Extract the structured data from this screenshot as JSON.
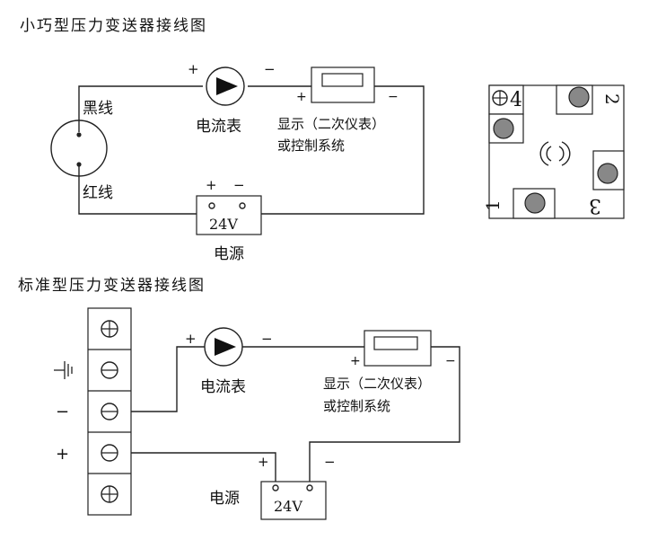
{
  "top": {
    "title": "小巧型压力变送器接线图",
    "sensor": {
      "black_label": "黑线",
      "red_label": "红线"
    },
    "ammeter": {
      "label": "电流表",
      "plus": "+",
      "minus": "−"
    },
    "display": {
      "label_line1": "显示（二次仪表）",
      "label_line2": "或控制系统",
      "plus": "+",
      "minus": "−"
    },
    "power": {
      "label": "电源",
      "voltage": "24V",
      "plus": "+",
      "minus": "−"
    },
    "connector": {
      "pin1": "1",
      "pin2": "2",
      "pin3": "3",
      "pin4": "4"
    }
  },
  "bottom": {
    "title": "标准型压力变送器接线图",
    "terminals": {
      "ground": "",
      "minus": "−",
      "plus": "+"
    },
    "ammeter": {
      "label": "电流表",
      "plus": "+",
      "minus": "−"
    },
    "display": {
      "label_line1": "显示（二次仪表）",
      "label_line2": "或控制系统",
      "plus": "+",
      "minus": "−"
    },
    "power": {
      "label": "电源",
      "voltage": "24V",
      "plus": "+",
      "minus": "−"
    }
  }
}
